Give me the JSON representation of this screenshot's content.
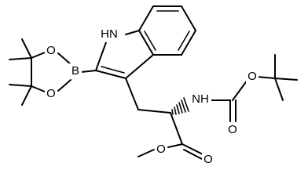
{
  "molecule": {
    "atom_labels": {
      "nh_indole": "HN",
      "boron": "B",
      "o_upper": "O",
      "o_lower": "O",
      "nh_amide": "NH",
      "o_carbamate_ether": "O",
      "o_carbamate_carbonyl": "O",
      "o_ester_ether": "O",
      "o_ester_carbonyl": "O"
    }
  }
}
